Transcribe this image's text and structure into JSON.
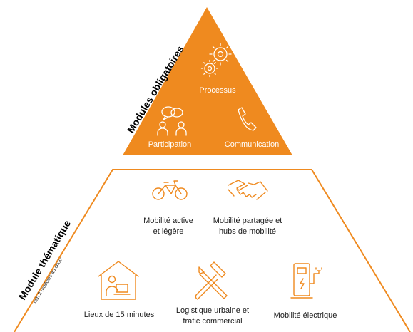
{
  "colors": {
    "accent": "#ef8a1f",
    "text": "#1a1a1a",
    "white": "#ffffff"
  },
  "top_module": {
    "title": "Modules obligatoires",
    "items": [
      {
        "label": "Processus",
        "icon": "gears-icon"
      },
      {
        "label": "Participation",
        "icon": "people-speech-icon"
      },
      {
        "label": "Communication",
        "icon": "phone-icon"
      }
    ]
  },
  "bottom_module": {
    "title": "Module thématique",
    "subtitle": "min 2 modules au choix",
    "items": [
      {
        "label_lines": [
          "Mobilité active",
          "et légère"
        ],
        "icon": "bicycle-icon"
      },
      {
        "label_lines": [
          "Mobilité partagée et",
          "hubs de mobilité"
        ],
        "icon": "handshake-icon"
      },
      {
        "label_lines": [
          "Lieux de 15 minutes"
        ],
        "icon": "house-laptop-icon"
      },
      {
        "label_lines": [
          "Logistique urbaine et",
          "trafic commercial"
        ],
        "icon": "tools-icon"
      },
      {
        "label_lines": [
          "Mobilité électrique"
        ],
        "icon": "charging-station-icon"
      }
    ]
  }
}
